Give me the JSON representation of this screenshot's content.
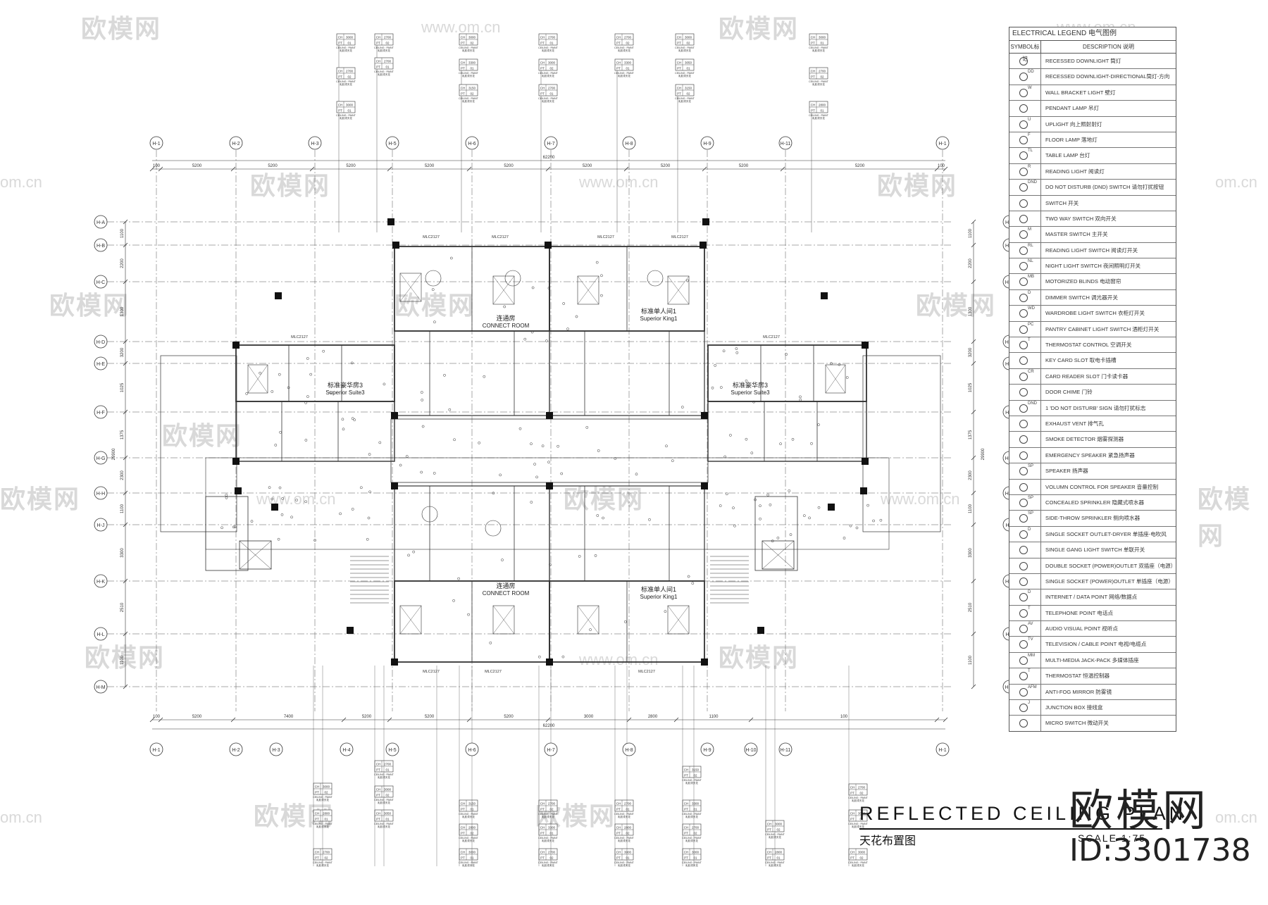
{
  "watermark": {
    "logo_text": "欧模网",
    "url_text": "www.om.cn",
    "url_short": "om.cn",
    "color": "#d9d9d9"
  },
  "grid": {
    "top_labels": [
      "H-1",
      "H-2",
      "H-3",
      "H-5",
      "H-6",
      "H-7",
      "H-8",
      "H-9",
      "H-11",
      "H-1"
    ],
    "bottom_labels": [
      "H-1",
      "H-2",
      "H-3",
      "H-4",
      "H-5",
      "H-6",
      "H-7",
      "H-8",
      "H-9",
      "H-10",
      "H-11",
      "H-1"
    ],
    "left_labels": [
      "H-A",
      "H-B",
      "H-C",
      "H-D",
      "H-E",
      "H-F",
      "H-G",
      "H-H",
      "H-J",
      "H-K",
      "H-L",
      "H-M"
    ],
    "top_dims": [
      "100",
      "5200",
      "5200",
      "5200",
      "5200",
      "5200",
      "5200",
      "5200",
      "5200",
      "5200",
      "100"
    ],
    "top_total": "62200",
    "bottom_dims": [
      "100",
      "5200",
      "7400",
      "5200",
      "5200",
      "5200",
      "3000",
      "2800",
      "1100",
      "100"
    ],
    "bottom_total": "62200",
    "side_dims": [
      "1100",
      "2200",
      "1300",
      "3200",
      "1025",
      "1375",
      "2300",
      "1100",
      "3300",
      "2510",
      "1100"
    ],
    "side_total": "29900"
  },
  "rooms": [
    {
      "name_cn": "标准豪华房3",
      "name_en": "Superior Suite3"
    },
    {
      "name_cn": "标准豪华房3",
      "name_en": "Superior Suite3"
    },
    {
      "name_cn": "标准单人间1",
      "name_en": "Superior King1"
    },
    {
      "name_cn": "标准单人间1",
      "name_en": "Superior King1"
    },
    {
      "name_cn": "连通房",
      "name_en": "CONNECT ROOM"
    },
    {
      "name_cn": "连通房",
      "name_en": "CONNECT ROOM"
    }
  ],
  "door_tags": [
    "MLC2127",
    "MLC2127",
    "MLC2127",
    "MLC2127",
    "MLC2127",
    "MLC2127",
    "MLC2127",
    "MLC2127",
    "MLC2127"
  ],
  "legend": {
    "title": "ELECTRICAL LEGEND 电气图例",
    "col_symbol": "SYMBOL标记",
    "col_desc": "DESCRIPTION 说明",
    "rows": [
      {
        "tag": "",
        "desc": "RECESSED DOWNLIGHT 筒灯"
      },
      {
        "tag": "DD",
        "desc": "RECESSED DOWNLIGHT-DIRECTIONAL筒灯-方向"
      },
      {
        "tag": "W",
        "desc": "WALL BRACKET LIGHT 壁灯"
      },
      {
        "tag": "",
        "desc": "PENDANT LAMP 吊灯"
      },
      {
        "tag": "U",
        "desc": "UPLIGHT 向上照射射灯"
      },
      {
        "tag": "F",
        "desc": "FLOOR LAMP 落地灯"
      },
      {
        "tag": "TL",
        "desc": "TABLE LAMP 台灯"
      },
      {
        "tag": "R",
        "desc": "READING LIGHT 阅读灯"
      },
      {
        "tag": "DND",
        "desc": "DO NOT DISTURB (DND) SWITCH 请勿打扰按钮"
      },
      {
        "tag": "",
        "desc": "SWITCH 开关"
      },
      {
        "tag": "",
        "desc": "TWO WAY SWITCH 双向开关"
      },
      {
        "tag": "M",
        "desc": "MASTER SWITCH 主开关"
      },
      {
        "tag": "RL",
        "desc": "READING LIGHT SWITCH 阅读灯开关"
      },
      {
        "tag": "NL",
        "desc": "NIGHT LIGHT SWITCH 夜间照明灯开关"
      },
      {
        "tag": "MB",
        "desc": "MOTORIZED BLINDS 电动窗帘"
      },
      {
        "tag": "D",
        "desc": "DIMMER SWITCH 调光器开关"
      },
      {
        "tag": "WD",
        "desc": "WARDROBE LIGHT SWITCH 衣柜灯开关"
      },
      {
        "tag": "PC",
        "desc": "PANTRY CABINET LIGHT SWITCH 酒柜灯开关"
      },
      {
        "tag": "T",
        "desc": "THERMOSTAT CONTROL 空调开关"
      },
      {
        "tag": "",
        "desc": "KEY CARD SLOT 取电卡插槽"
      },
      {
        "tag": "CR",
        "desc": "CARD READER SLOT 门卡读卡器"
      },
      {
        "tag": "",
        "desc": "DOOR CHIME 门铃"
      },
      {
        "tag": "DND",
        "desc": "1 'DO NOT DISTURB' SIGN 请勿打扰标志"
      },
      {
        "tag": "",
        "desc": "EXHAUST VENT 排气孔"
      },
      {
        "tag": "",
        "desc": "SMOKE DETECTOR 烟雾探测器"
      },
      {
        "tag": "",
        "desc": "EMERGENCY SPEAKER 紧急扬声器"
      },
      {
        "tag": "SP",
        "desc": "SPEAKER 扬声器"
      },
      {
        "tag": "",
        "desc": "VOLUMN CONTROL FOR SPEAKER 音量控制"
      },
      {
        "tag": "SP",
        "desc": "CONCEALED SPRINKLER 隐藏式喷水器"
      },
      {
        "tag": "SP",
        "desc": "SIDE-THROW SPRINKLER 侧向喷水器"
      },
      {
        "tag": "D",
        "desc": "SINGLE SOCKET OUTLET-DRYER 单插座-电吹风"
      },
      {
        "tag": "",
        "desc": "SINGLE GANG LIGHT SWITCH 单联开关"
      },
      {
        "tag": "",
        "desc": "DOUBLE SOCKET (POWER)OUTLET 双插座（电源）"
      },
      {
        "tag": "",
        "desc": "SINGLE SOCKET (POWER)OUTLET 单插座（电源）"
      },
      {
        "tag": "D",
        "desc": "INTERNET / DATA POINT 网络/数据点"
      },
      {
        "tag": "T",
        "desc": "TELEPHONE POINT 电话点"
      },
      {
        "tag": "AV",
        "desc": "AUDIO VISUAL POINT 视听点"
      },
      {
        "tag": "TV",
        "desc": "TELEVISION / CABLE POINT 电视/电缆点"
      },
      {
        "tag": "MM",
        "desc": "MULTI-MEDIA JACK-PACK 多媒体插座"
      },
      {
        "tag": "T",
        "desc": "THERMOSTAT 恒温控制器"
      },
      {
        "tag": "AFM",
        "desc": "ANTI-FOG MIRROR 防雾镜"
      },
      {
        "tag": "J",
        "desc": "JUNCTION BOX 接线盒"
      },
      {
        "tag": "",
        "desc": "MICRO SWITCH 微动开关"
      }
    ]
  },
  "ceiling_tag": {
    "ch": "CH",
    "pt": "PT",
    "heights": [
      "3000",
      "2700",
      "3300",
      "3150",
      "2800",
      "3050"
    ],
    "codes": [
      "01",
      "02"
    ],
    "caption1": "CEILING : PAINT",
    "caption2": "乳胶漆天花"
  },
  "title_block": {
    "title_en": "REFLECTED CEILING PLAN",
    "title_cn": "天花布置图",
    "scale": "SCALE 1:75"
  },
  "branding": {
    "name": "欧模网",
    "id": "ID:3301738"
  },
  "colors": {
    "line": "#333333",
    "grid_line": "#555555",
    "column": "#111111",
    "watermark": "#d9d9d9"
  }
}
